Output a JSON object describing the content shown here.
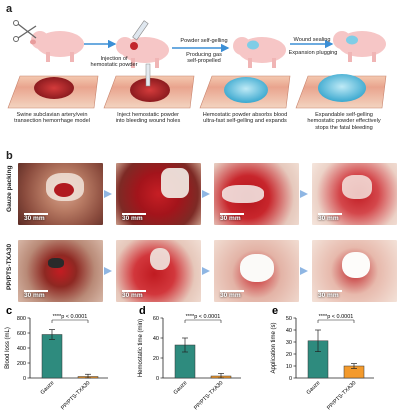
{
  "panel_a": {
    "letter": "a",
    "arrow_labels": {
      "injection": "Injection of\nhemostatic powder",
      "self_gelling": "Powder self-gelling",
      "gas": "Producing gas\nself-propelled",
      "sealing": "Wound sealing",
      "plugging": "Expansion plugging"
    },
    "steps": [
      "Swine subclavian artery/vein\ntransection hemorrhage model",
      "Inject hemostatic powder\ninto bleeding wound holes",
      "Hemostatic powder absorbs blood\nultra-fast self-gelling and expands",
      "Expandable self-gelling\nhemostatic powder effectively\nstops the fatal bleeding"
    ]
  },
  "panel_b": {
    "letter": "b",
    "rows": [
      {
        "label": "Gauze packing",
        "scales": [
          "30 mm",
          "30 mm",
          "30 mm",
          "30 mm"
        ]
      },
      {
        "label": "PP/PTS-TXA30",
        "scales": [
          "30 mm",
          "30 mm",
          "30 mm",
          "30 mm"
        ]
      }
    ]
  },
  "colors": {
    "gauze": "#2e8b7e",
    "pp": "#f39a2c",
    "blood": "#b5121b",
    "gel": "#5fc4e0"
  },
  "chart_data": [
    {
      "letter": "c",
      "type": "bar",
      "categories": [
        "Gauze",
        "PP/PTS-TXA30"
      ],
      "values": [
        580,
        20
      ],
      "errors": [
        65,
        30
      ],
      "ylabel": "Blood loss (mL)",
      "ylim": [
        0,
        800
      ],
      "yticks": [
        0,
        200,
        400,
        600,
        800
      ],
      "significance": "****p < 0.0001"
    },
    {
      "letter": "d",
      "type": "bar",
      "categories": [
        "Gauze",
        "PP/PTS-TXA30"
      ],
      "values": [
        33,
        2
      ],
      "errors": [
        7,
        2.5
      ],
      "ylabel": "Hemostatic time (min)",
      "ylim": [
        0,
        60
      ],
      "yticks": [
        0,
        20,
        40,
        60
      ],
      "significance": "****p < 0.0001"
    },
    {
      "letter": "e",
      "type": "bar",
      "categories": [
        "Gauze",
        "PP/PTS-TXA30"
      ],
      "values": [
        31,
        10
      ],
      "errors": [
        9,
        2
      ],
      "ylabel": "Application time (s)",
      "ylim": [
        0,
        50
      ],
      "yticks": [
        0,
        10,
        20,
        30,
        40,
        50
      ],
      "significance": "****p < 0.0001"
    }
  ]
}
